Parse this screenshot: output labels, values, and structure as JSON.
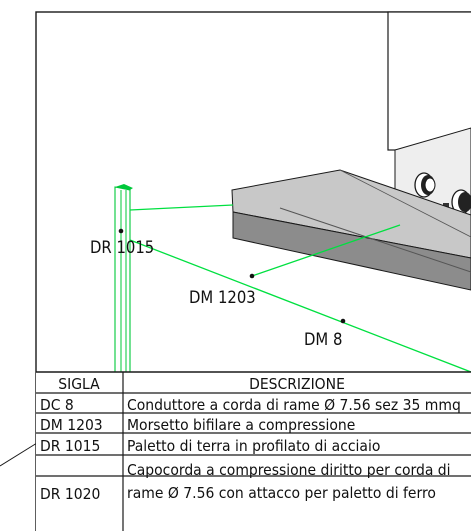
{
  "colors": {
    "ground_wire": "#00e040",
    "frame_line": "#1a1a1a",
    "panel_light": "#c8c8c8",
    "panel_mid": "#9a9a9a",
    "panel_dark": "#6e6e6e"
  },
  "labels": {
    "dr1015": "DR 1015",
    "dm1203": "DM 1203",
    "dm8": "DM 8"
  },
  "table": {
    "headers": {
      "sigla": "SIGLA",
      "descrizione": "DESCRIZIONE"
    },
    "rows": [
      {
        "code": "DC 8",
        "desc": "Conduttore a corda di rame Ø 7.56 sez 35 mmq"
      },
      {
        "code": "DM 1203",
        "desc": "Morsetto bifilare a compressione"
      },
      {
        "code": "DR 1015",
        "desc": "Paletto di terra in profilato di acciaio"
      },
      {
        "code": "DR 1020",
        "desc": "Capocorda a compressione diritto per corda di",
        "desc2": "rame Ø 7.56 con attacco per paletto di ferro"
      }
    ]
  }
}
